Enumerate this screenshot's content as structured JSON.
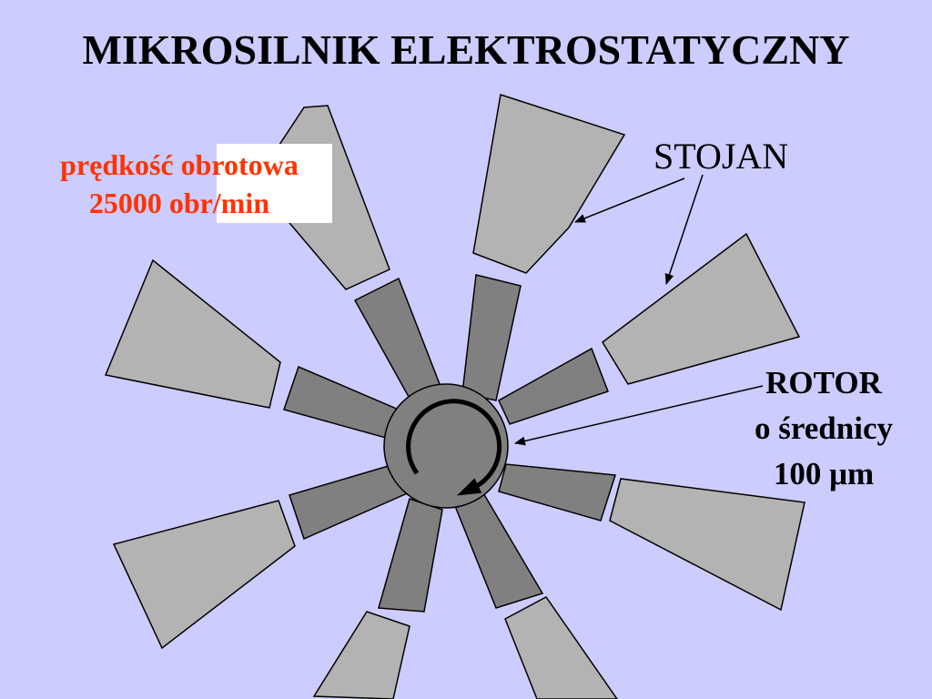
{
  "title": "MIKROSILNIK ELEKTROSTATYCZNY",
  "speed": {
    "line1": "prędkość obrotowa",
    "line2": "25000 obr/min",
    "color": "#ff3300"
  },
  "stator_label": "STOJAN",
  "rotor": {
    "line1": "ROTOR",
    "line2": "o średnicy",
    "line3": "100 μm"
  },
  "colors": {
    "background": "#ccccff",
    "stator": "#b3b3b3",
    "rotor": "#808080",
    "text": "#000000"
  }
}
